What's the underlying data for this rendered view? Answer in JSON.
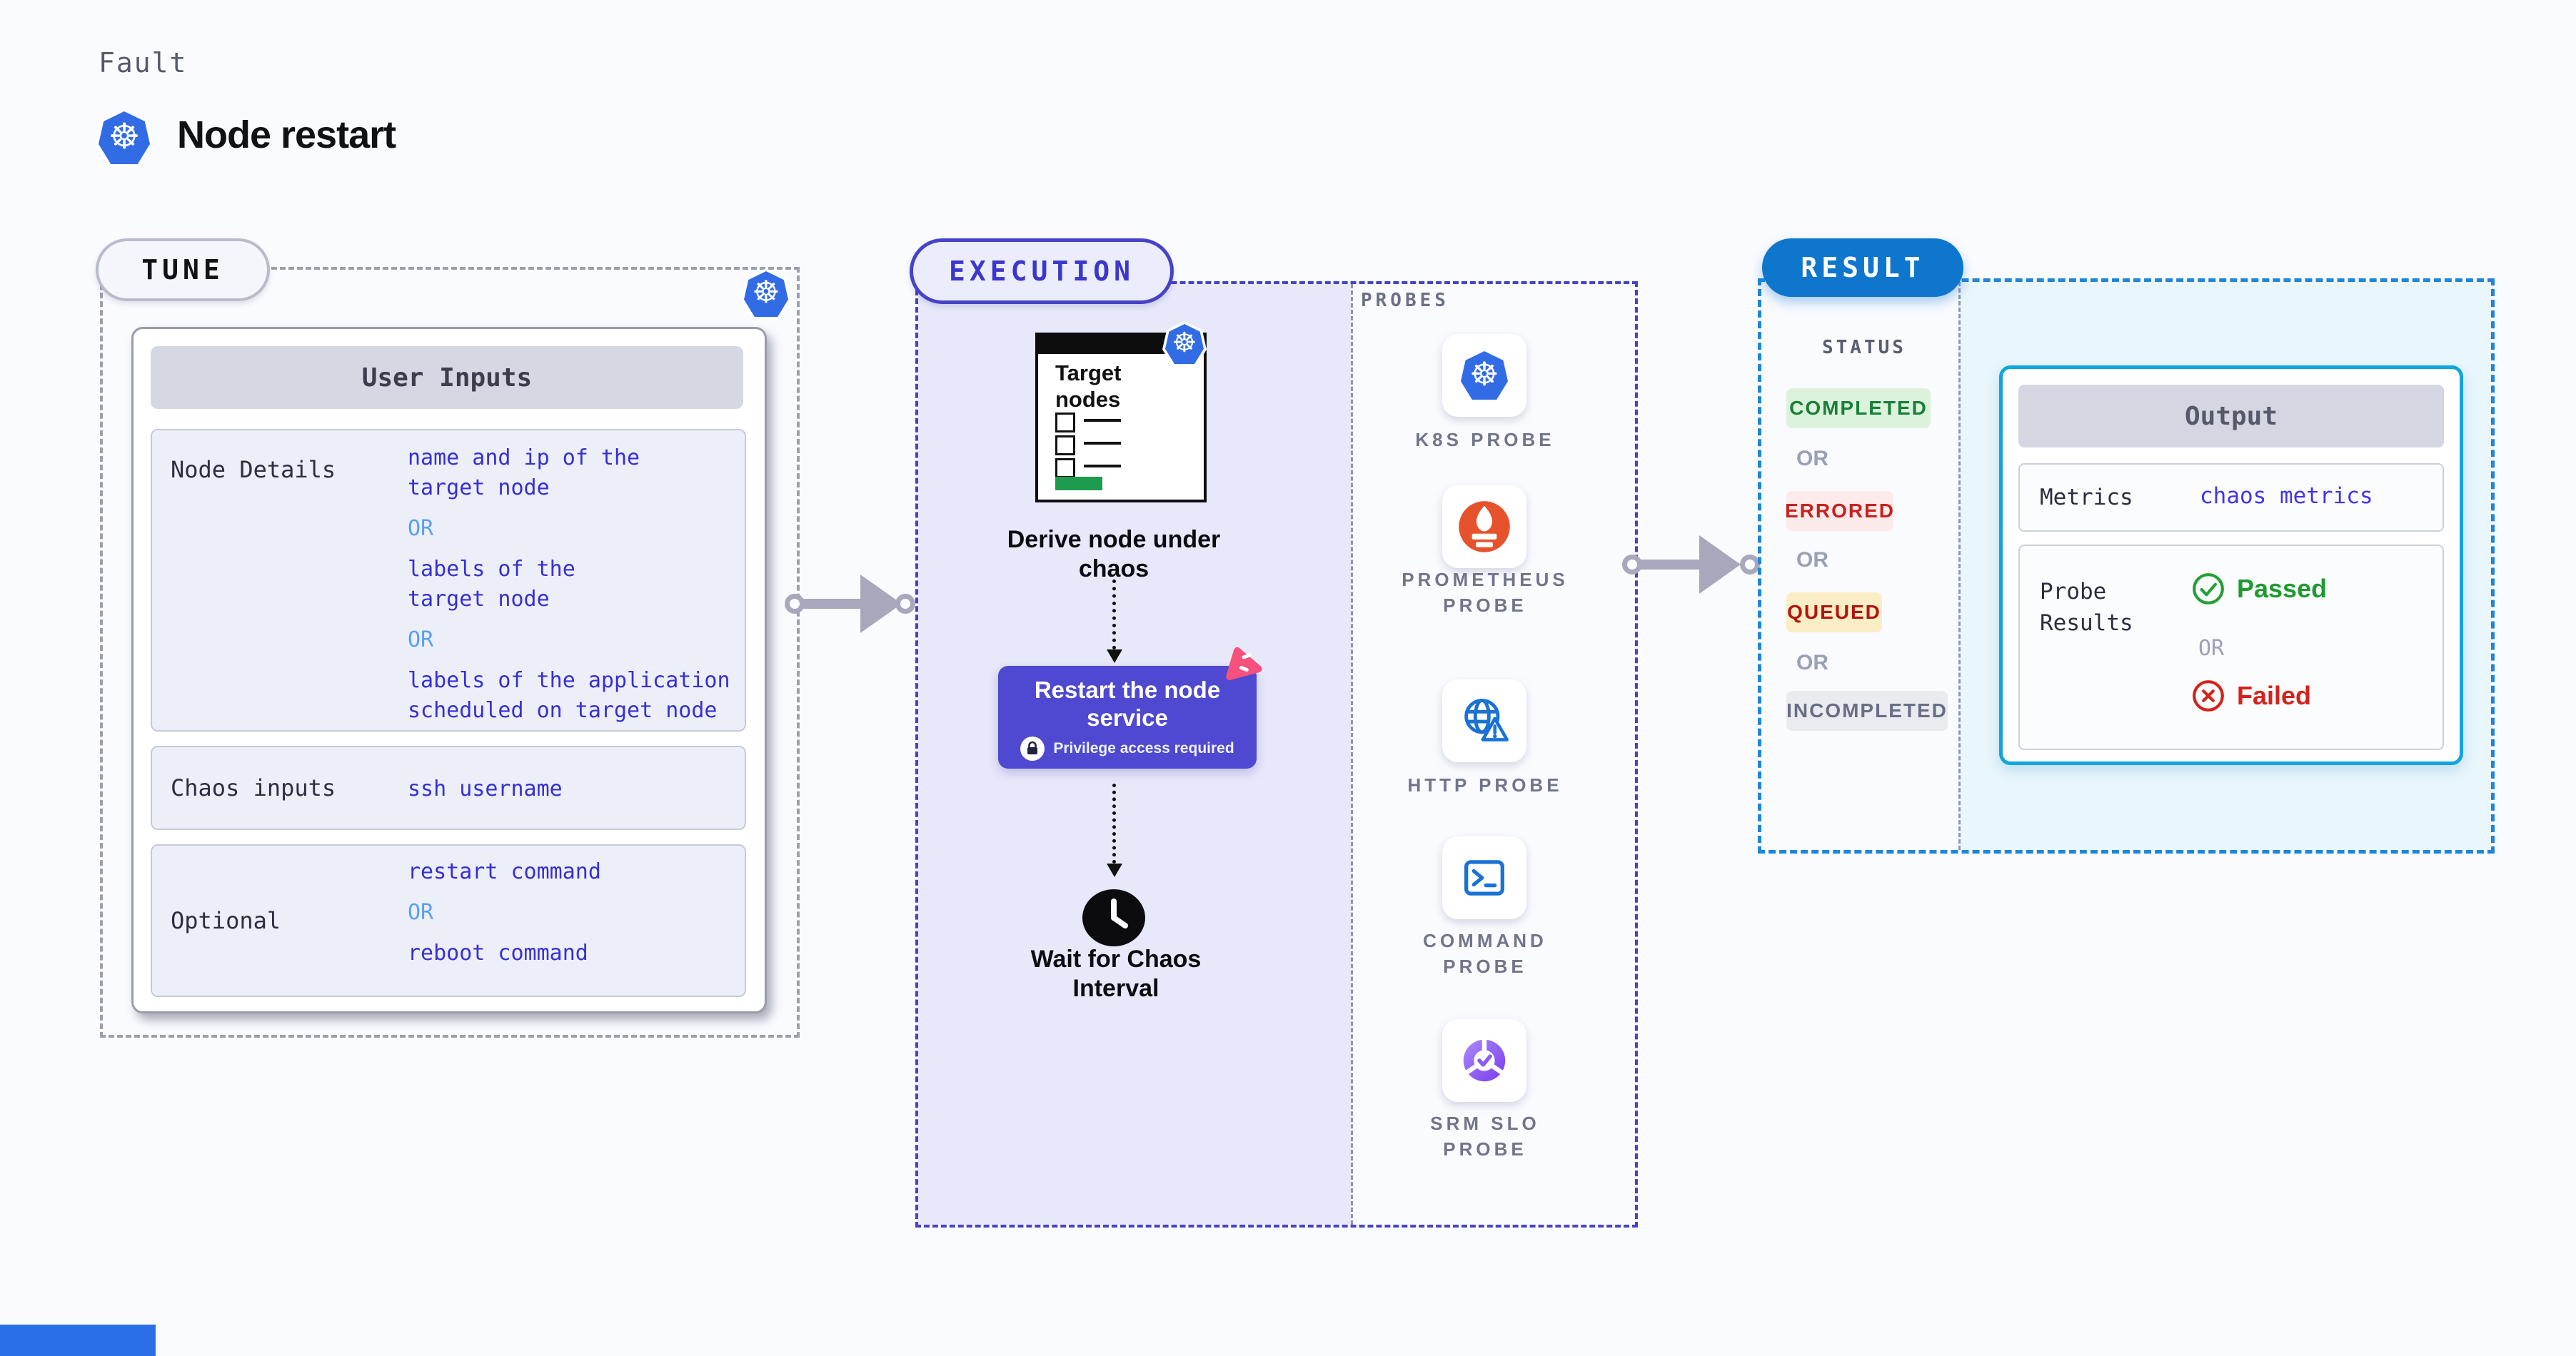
{
  "header": {
    "eyebrow": "Fault",
    "title": "Node restart",
    "icon": "kubernetes-icon"
  },
  "shared": {
    "or": "OR"
  },
  "tune": {
    "pill_label": "TUNE",
    "card_title": "User Inputs",
    "rows": [
      {
        "label": "Node Details",
        "values": [
          "name and ip of the\ntarget node",
          "labels of the\ntarget node",
          "labels of the application\n scheduled on target node"
        ]
      },
      {
        "label": "Chaos inputs",
        "values": [
          "ssh username"
        ]
      },
      {
        "label": "Optional",
        "values": [
          "restart command",
          "reboot command"
        ]
      }
    ]
  },
  "execution": {
    "pill_label": "EXECUTION",
    "target_card_title": "Target\nnodes",
    "step1": "Derive node under chaos",
    "step2": "Restart the node service",
    "step2_note": "Privilege access required",
    "step3": "Wait for Chaos Interval"
  },
  "probes": {
    "heading": "PROBES",
    "items": [
      {
        "label": "K8S PROBE",
        "icon": "kubernetes-icon"
      },
      {
        "label": "PROMETHEUS PROBE",
        "icon": "prometheus-icon"
      },
      {
        "label": "HTTP PROBE",
        "icon": "http-globe-icon"
      },
      {
        "label": "COMMAND PROBE",
        "icon": "terminal-icon"
      },
      {
        "label": "SRM SLO PROBE",
        "icon": "srm-slo-icon"
      }
    ]
  },
  "result": {
    "pill_label": "RESULT",
    "status_heading": "STATUS",
    "statuses": [
      {
        "label": "COMPLETED",
        "color": "#188038",
        "bg": "#dcf2dc"
      },
      {
        "label": "ERRORED",
        "color": "#c5221f",
        "bg": "#fcebea"
      },
      {
        "label": "QUEUED",
        "color": "#b31412",
        "bg": "#fbeec5"
      },
      {
        "label": "INCOMPLETED",
        "color": "#696f83",
        "bg": "#e9ebf1"
      }
    ],
    "output": {
      "title": "Output",
      "metrics_label": "Metrics",
      "metrics_value": "chaos metrics",
      "probe_results_label": "Probe\nResults",
      "passed_label": "Passed",
      "failed_label": "Failed"
    }
  },
  "colors": {
    "k8s_blue": "#326ce5",
    "accent_indigo": "#4743c7",
    "accent_blue": "#0f76cd",
    "output_border": "#12a5dc",
    "value_text": "#372fd6",
    "or_text": "#58a1f2",
    "prometheus_orange": "#e6522c",
    "probe_icon_blue": "#1a73d4",
    "restart_bg": "#4f48d0",
    "chaos_pink": "#f5517c",
    "green_bar": "#1d9b4e",
    "passed_green": "#1f9a30",
    "failed_red": "#d3231b"
  }
}
